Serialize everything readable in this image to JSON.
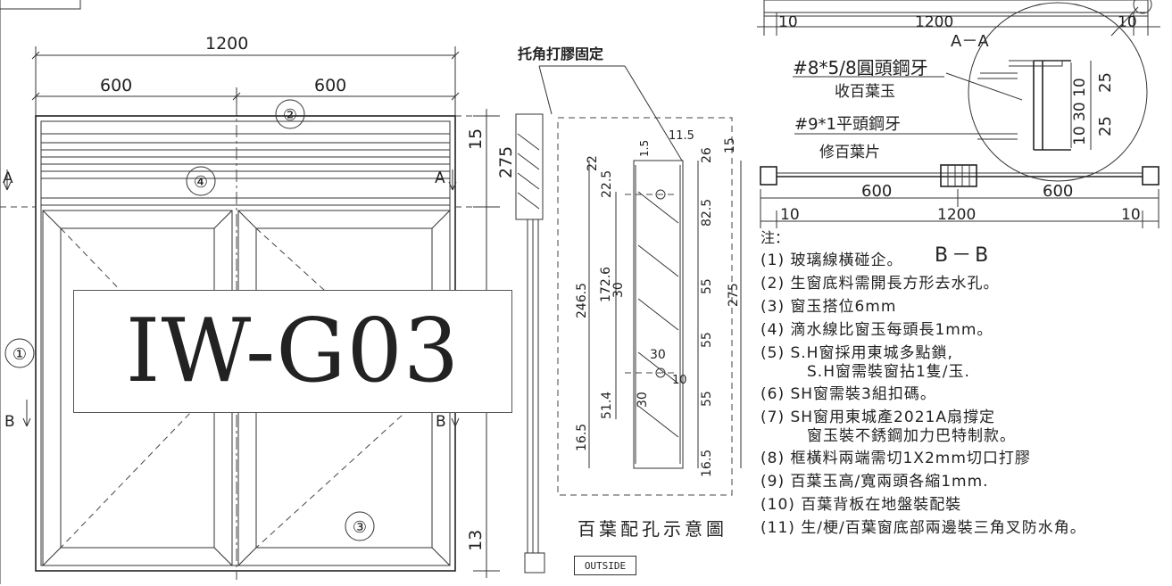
{
  "title": "IW-G03",
  "elevation": {
    "overall_width": "1200",
    "half_widths": [
      "600",
      "600"
    ],
    "callouts": [
      "①",
      "②",
      "③",
      "④"
    ],
    "section_marks": [
      "A",
      "A",
      "B",
      "B"
    ],
    "height_dims": [
      "15",
      "275",
      "13"
    ]
  },
  "corner_note": "托角打膠固定",
  "louver_detail": {
    "dims": [
      "11.5",
      "1.5",
      "22",
      "26",
      "15",
      "22.5",
      "82.5",
      "246.5",
      "172.6",
      "30",
      "55",
      "275",
      "30",
      "55",
      "10",
      "30",
      "51.4",
      "55",
      "16.5",
      "16.5"
    ],
    "caption": "百葉配孔示意圖",
    "outside_tag": "OUTSIDE"
  },
  "section_aa": {
    "label": "A－A",
    "top_dims": [
      "10",
      "1200",
      "10"
    ],
    "screw1": "#8*5/8圓頭鋼牙",
    "screw1_note": "收百葉玉",
    "screw2": "#9*1平頭鋼牙",
    "screw2_note": "修百葉片",
    "detail_dims": [
      "25",
      "10 30 10",
      "25"
    ]
  },
  "section_bb": {
    "label": "B－B",
    "half_dims": [
      "600",
      "600"
    ],
    "total_dims": [
      "10",
      "1200",
      "10"
    ]
  },
  "notes": {
    "header": "注：",
    "items": [
      {
        "text": "(1) 玻璃線橫碰企。"
      },
      {
        "text": "(2) 生窗底料需開長方形去水孔。"
      },
      {
        "text": "(3) 窗玉搭位6mm"
      },
      {
        "text": "(4) 滴水線比窗玉每頭長1mm。"
      },
      {
        "text": "(5) S.H窗採用東城多點鎖,",
        "cont": "S.H窗需裝窗拈1隻/玉."
      },
      {
        "text": "(6) SH窗需裝3組扣碼。"
      },
      {
        "text": "(7) SH窗用東城產2021A扇撐定",
        "cont": "窗玉裝不銹鋼加力巴特制款。"
      },
      {
        "text": "(8) 框橫料兩端需切1X2mm切口打膠"
      },
      {
        "text": "(9) 百葉玉高/寬兩頭各縮1mm."
      },
      {
        "text": "(10) 百葉背板在地盤裝配裝"
      },
      {
        "text": "(11) 生/梗/百葉窗底部兩邊裝三角叉防水角。"
      }
    ]
  }
}
